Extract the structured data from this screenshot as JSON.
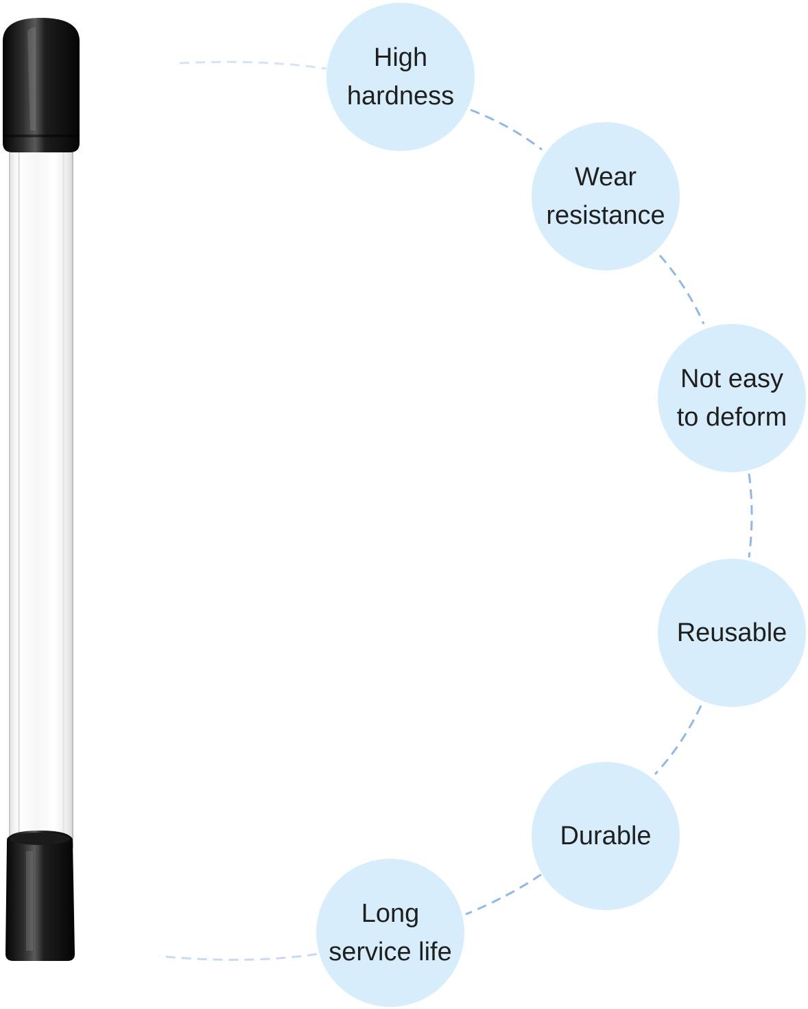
{
  "colors": {
    "circle_fill": "#d7edfb",
    "label_text": "#1f1f1f",
    "connector": "#8fb8e6",
    "connector_faint": "#d3e4f6",
    "cap": "#151515",
    "tube": "#f4f4f4"
  },
  "product": {
    "name": "clear-tube-with-black-end-caps"
  },
  "features": [
    {
      "label": "High\nhardness"
    },
    {
      "label": "Wear\nresistance"
    },
    {
      "label": "Not easy\nto deform"
    },
    {
      "label": "Reusable"
    },
    {
      "label": "Durable"
    },
    {
      "label": "Long\nservice life"
    }
  ]
}
